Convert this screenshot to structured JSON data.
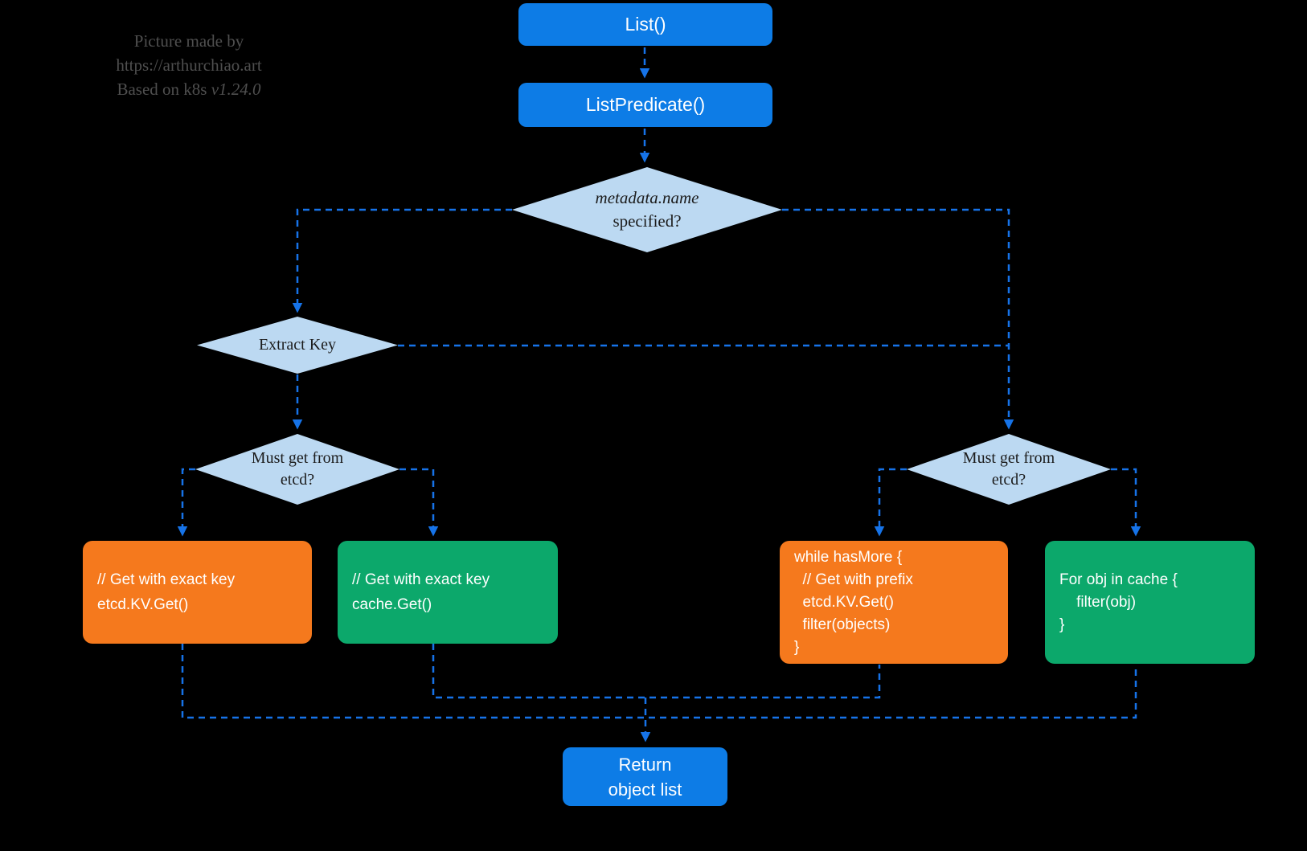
{
  "credit": {
    "line1": "Picture made by",
    "line2": "https://arthurchiao.art",
    "line3_prefix": "Based on k8s ",
    "line3_version": "v1.24.0"
  },
  "flow": {
    "list": {
      "label": "List()"
    },
    "list_predicate": {
      "label": "ListPredicate()"
    },
    "metadata_decision": {
      "line1": "metadata.name",
      "line2": "specified?"
    },
    "extract_key": {
      "label": "Extract Key"
    },
    "must_get_left": {
      "line1": "Must get from",
      "line2": "etcd?"
    },
    "must_get_right": {
      "line1": "Must get from",
      "line2": "etcd?"
    },
    "etcd_exact": {
      "lines": [
        "// Get with exact key",
        "etcd.KV.Get()"
      ]
    },
    "cache_exact": {
      "lines": [
        "// Get with exact key",
        "cache.Get()"
      ]
    },
    "etcd_prefix": {
      "lines": [
        "while hasMore {",
        "  // Get with prefix",
        "  etcd.KV.Get()",
        "  filter(objects)",
        "}"
      ]
    },
    "cache_loop": {
      "lines": [
        "For obj in cache {",
        "    filter(obj)",
        "}"
      ]
    },
    "return_node": {
      "line1": "Return",
      "line2": "object list"
    }
  },
  "colors": {
    "background": "#000000",
    "node_blue": "#0d7ce6",
    "node_orange": "#f5791d",
    "node_green": "#0ca86b",
    "diamond_fill": "#bcd9f2",
    "connector_blue": "#1673e8",
    "credit_gray": "#4f4f4f"
  }
}
